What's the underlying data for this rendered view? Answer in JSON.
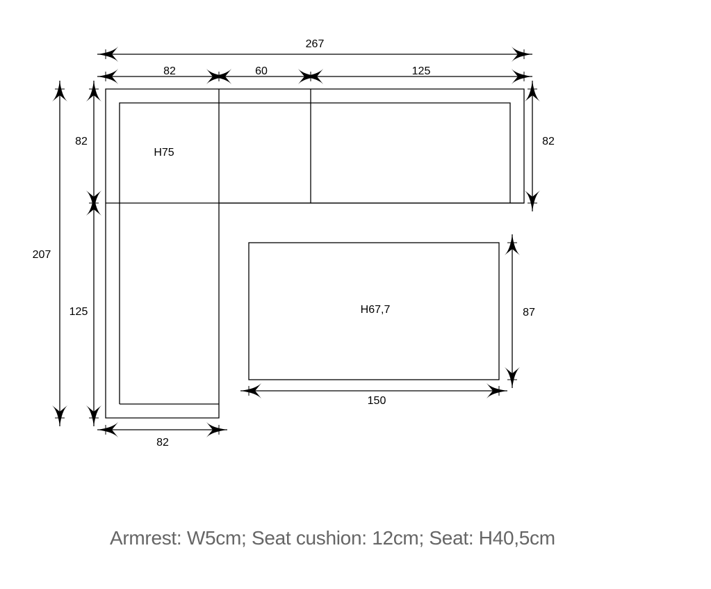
{
  "dimensions": {
    "total_width": "267",
    "top_left_width": "82",
    "top_middle_width": "60",
    "top_right_width": "125",
    "total_depth": "207",
    "left_upper_depth": "82",
    "left_lower_depth": "125",
    "right_depth": "82",
    "bottom_width": "82",
    "table_width": "150",
    "table_depth": "87"
  },
  "labels": {
    "sofa_height": "H75",
    "table_height": "H67,7"
  },
  "caption": "Armrest: W5cm; Seat cushion: 12cm; Seat: H40,5cm"
}
